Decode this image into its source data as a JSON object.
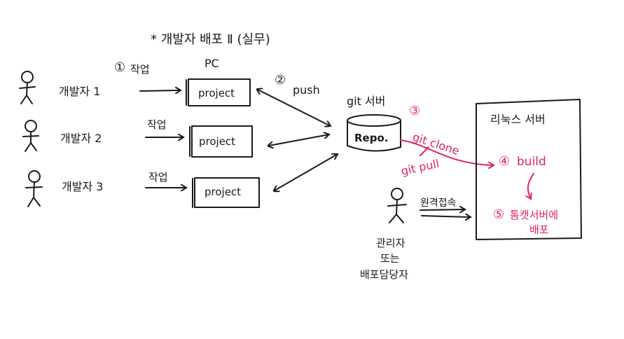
{
  "title": "* 개발자 배포 Ⅱ (실무)",
  "pc_label": "PC",
  "git_server_label": "git 서버",
  "linux_server_label": "리눅스 서버",
  "repo_label": "Repo.",
  "developers": [
    {
      "name": "개발자 1",
      "project": "project"
    },
    {
      "name": "개발자 2",
      "project": "project"
    },
    {
      "name": "개발자 3",
      "project": "project"
    }
  ],
  "steps": {
    "step1_num": "①",
    "step1_label": "작업",
    "work_label_2": "작업",
    "work_label_3": "작업",
    "step2_num": "②",
    "step2_label": "push",
    "step3_num": "③",
    "git_clone": "git clone",
    "git_pull": "git pull",
    "step4_num": "④",
    "step4_label": "build",
    "step5_num": "⑤",
    "step5_label_line1": "톰캣서버에",
    "step5_label_line2": "배포"
  },
  "admin": {
    "remote_access": "원격접속",
    "label_line1": "관리자",
    "label_line2": "또는",
    "label_line3": "배포담당자"
  },
  "colors": {
    "ink": "#1a1a1a",
    "accent": "#e0245e"
  }
}
